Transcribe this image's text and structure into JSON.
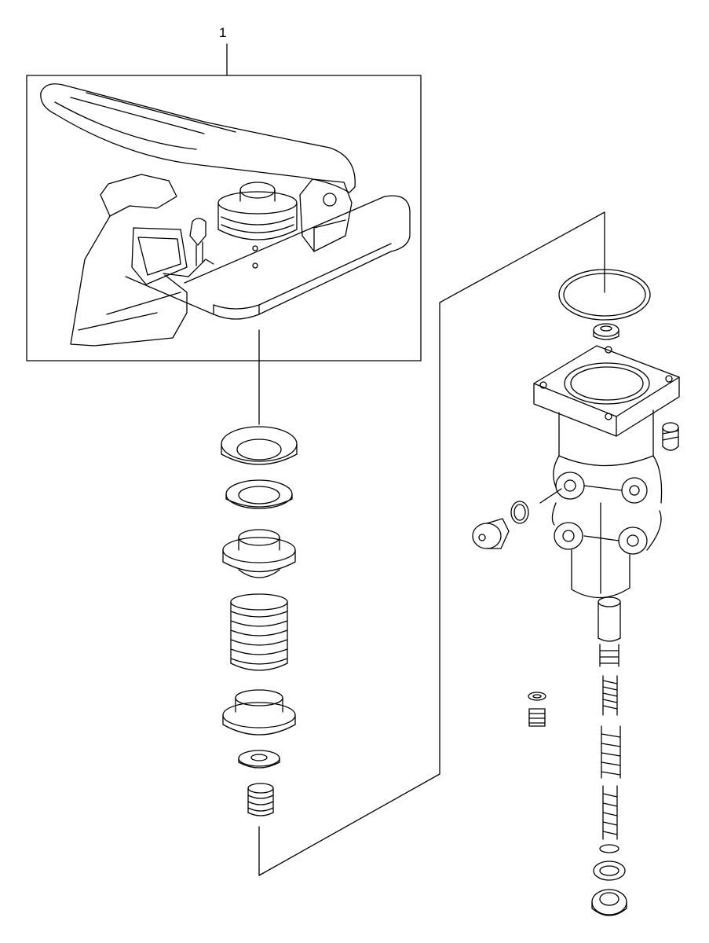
{
  "diagram": {
    "callouts": [
      {
        "id": "1",
        "label": "1"
      }
    ],
    "colors": {
      "line": "#000000",
      "background": "#ffffff"
    },
    "parts": [
      "foot-pedal-assembly",
      "sealing-ring",
      "washer",
      "piston",
      "piston-spring",
      "lower-piston",
      "small-washer",
      "small-spring",
      "o-ring",
      "nut",
      "valve-housing",
      "mounting-screw",
      "plug",
      "plug-o-ring",
      "valve-stem",
      "valve-spring",
      "retaining-ring",
      "bleed-screw"
    ]
  }
}
